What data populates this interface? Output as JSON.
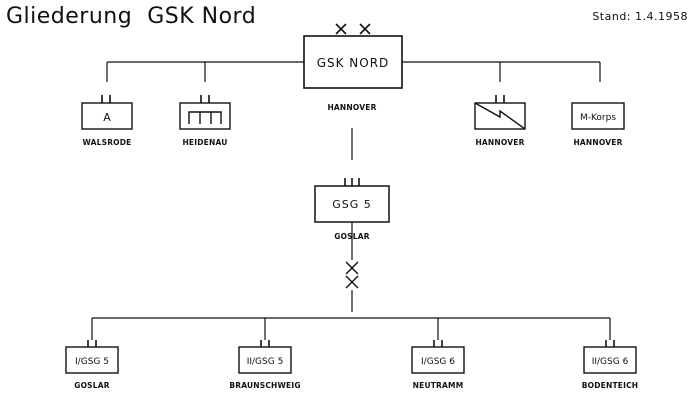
{
  "header": {
    "title": "Gliederung  GSK Nord",
    "stand": "Stand: 1.4.1958"
  },
  "units": {
    "hq": {
      "label": "GSK NORD",
      "location": "HANNOVER",
      "symbol": "xx"
    },
    "walsrode": {
      "label": "A",
      "location": "WALSRODE"
    },
    "heidenau": {
      "label": "",
      "location": "HEIDENAU",
      "symbol": "comb"
    },
    "hannover_sig": {
      "label": "",
      "location": "HANNOVER",
      "symbol": "signal"
    },
    "mkorps": {
      "label": "M-Korps",
      "location": "HANNOVER"
    },
    "gsg5": {
      "label": "GSG 5",
      "location": "GOSLAR"
    },
    "b1": {
      "label": "I/GSG 5",
      "location": "GOSLAR"
    },
    "b2": {
      "label": "II/GSG 5",
      "location": "BRAUNSCHWEIG"
    },
    "b3": {
      "label": "I/GSG 6",
      "location": "NEUTRAMM"
    },
    "b4": {
      "label": "II/GSG 6",
      "location": "BODENTEICH"
    }
  }
}
